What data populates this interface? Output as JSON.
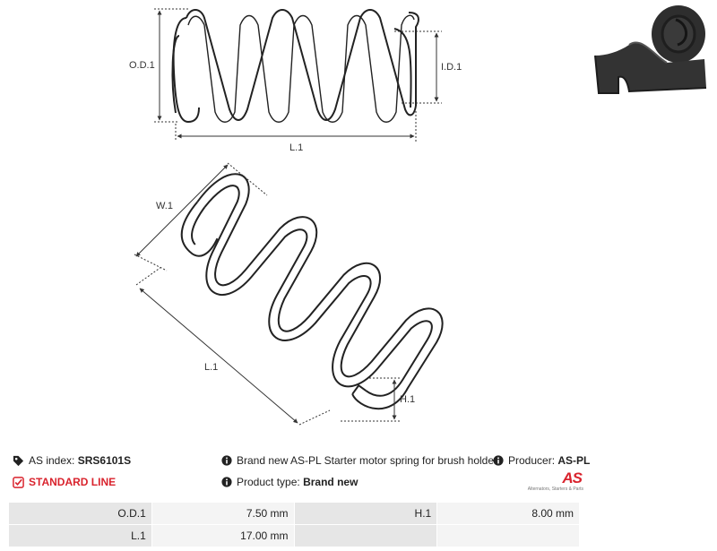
{
  "drawing": {
    "top_labels": {
      "od": "O.D.1",
      "id": "I.D.1",
      "length": "L.1"
    },
    "bottom_labels": {
      "width": "W.1",
      "length": "L.1",
      "height": "H.1"
    }
  },
  "info": {
    "as_index_label": "AS index:",
    "as_index_value": "SRS6101S",
    "description": "Brand new AS-PL Starter motor spring for brush holder",
    "producer_label": "Producer:",
    "producer_value": "AS-PL",
    "line_label": "STANDARD LINE",
    "product_type_label": "Product type:",
    "product_type_value": "Brand new",
    "logo_mark": "AS",
    "logo_tagline": "Alternators, Starters & Parts"
  },
  "params": [
    [
      {
        "label": "O.D.1",
        "value": "7.50 mm"
      },
      {
        "label": "H.1",
        "value": "8.00 mm"
      }
    ],
    [
      {
        "label": "L.1",
        "value": "17.00 mm"
      },
      {
        "label": "",
        "value": ""
      }
    ]
  ],
  "colors": {
    "accent": "#d9232d",
    "label_cell": "#e6e6e6",
    "value_cell": "#f4f4f4"
  }
}
